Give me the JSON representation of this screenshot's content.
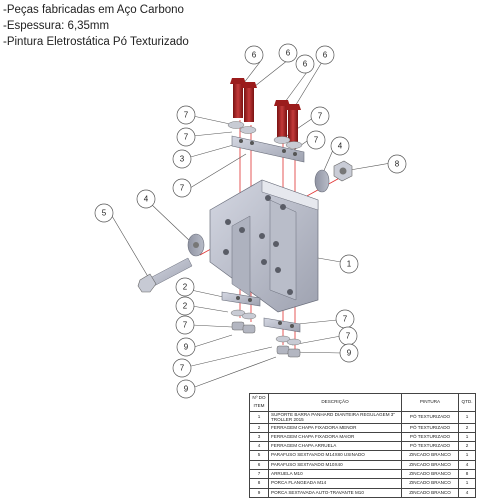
{
  "notes": [
    "-Peças fabricadas em Aço Carbono",
    "-Espessura: 6,35mm",
    "-Pintura Eletrostática Pó Texturizado"
  ],
  "balloons": [
    "6",
    "6",
    "6",
    "6",
    "7",
    "7",
    "7",
    "7",
    "3",
    "7",
    "4",
    "8",
    "5",
    "4",
    "1",
    "2",
    "2",
    "7",
    "7",
    "9",
    "7",
    "7",
    "9",
    "9"
  ],
  "bom": {
    "headers": {
      "item": "Nº DO ITEM",
      "desc": "DESCRIÇÃO",
      "paint": "PINTURA",
      "qty": "QTD."
    },
    "rows": [
      {
        "item": "1",
        "desc": "SUPORTE BARRA PANHARD DIANTEIRA REGULAGEM 3\" TROLLER 2015",
        "paint": "PÓ TEXTURIZADO",
        "qty": "1"
      },
      {
        "item": "2",
        "desc": "FERRAGEM CHAPA FIXADORA MENOR",
        "paint": "PÓ TEXTURIZADO",
        "qty": "2"
      },
      {
        "item": "3",
        "desc": "FERRAGEM CHAPA FIXADORA MAIOR",
        "paint": "PÓ TEXTURIZADO",
        "qty": "1"
      },
      {
        "item": "4",
        "desc": "FERRAGEM CHAPA ARRUELA",
        "paint": "PÓ TEXTURIZADO",
        "qty": "2"
      },
      {
        "item": "5",
        "desc": "PARAFUSO SEXTAVADO M14X80 USINADO",
        "paint": "ZINCADO BRANCO",
        "qty": "1"
      },
      {
        "item": "6",
        "desc": "PARAFUSO SEXTAVADO M10X40",
        "paint": "ZINCADO BRANCO",
        "qty": "4"
      },
      {
        "item": "7",
        "desc": "ARRUELA M10",
        "paint": "ZINCADO BRANCO",
        "qty": "8"
      },
      {
        "item": "8",
        "desc": "PORCA FLANGEADA M14",
        "paint": "ZINCADO BRANCO",
        "qty": "1"
      },
      {
        "item": "9",
        "desc": "PORCA SEXTAVADA AUTO-TRAVANTE M10",
        "paint": "ZINCADO BRANCO",
        "qty": "4"
      }
    ]
  }
}
